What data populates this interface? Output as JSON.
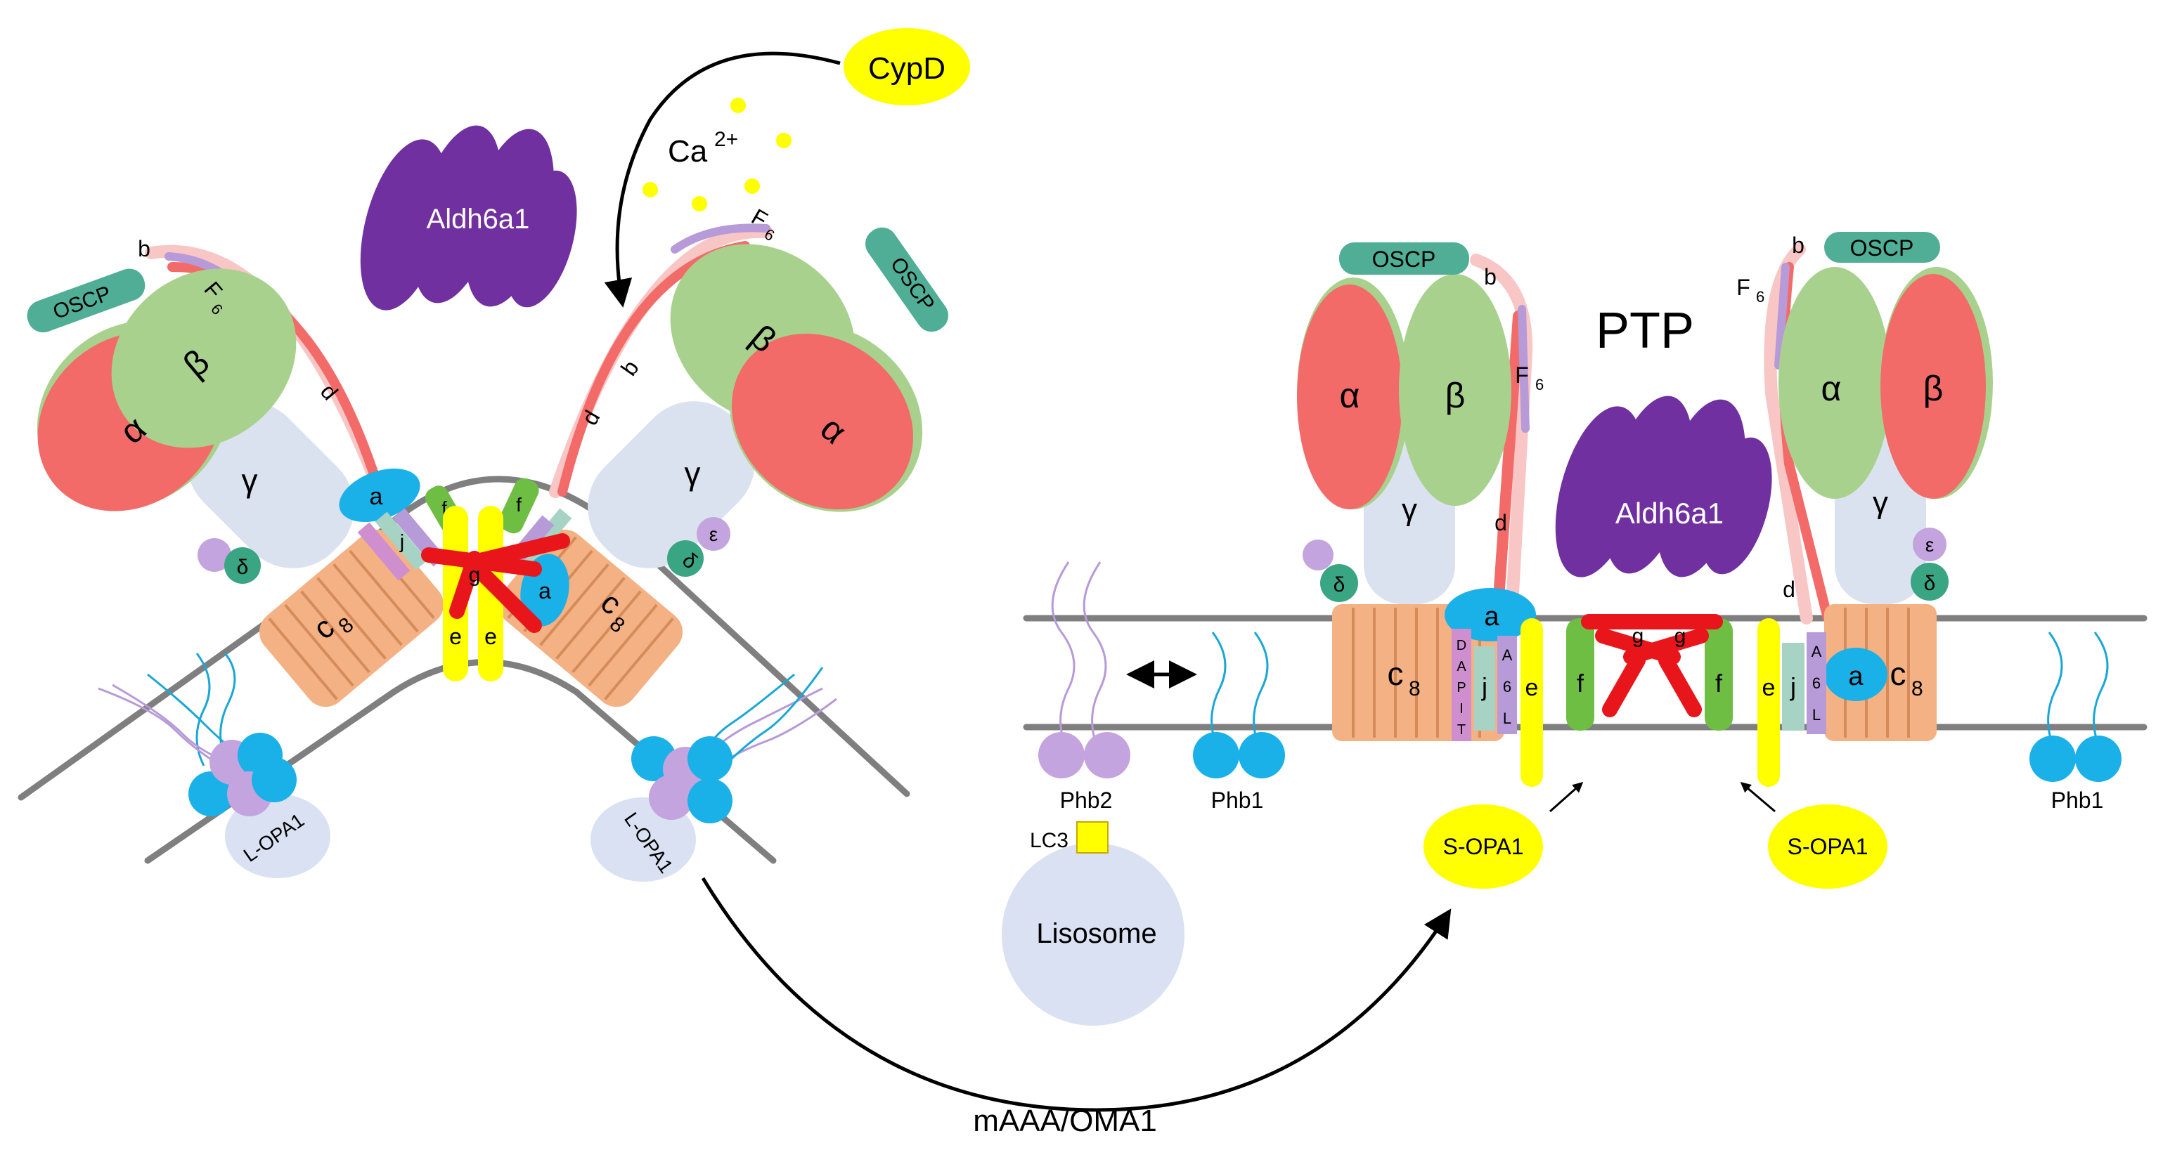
{
  "labels": {
    "cypd": "CypD",
    "ca": "Ca",
    "ca_sup": "2+",
    "aldh": "Aldh6a1",
    "ptp": "PTP",
    "oscp": "OSCP",
    "alpha": "α",
    "beta": "β",
    "gamma": "γ",
    "delta": "δ",
    "epsilon": "ε",
    "b": "b",
    "d": "d",
    "F": "F",
    "F_sub": "6",
    "a": "a",
    "c": "c",
    "c_sub": "8",
    "e": "e",
    "f": "f",
    "g": "g",
    "j": "j",
    "dapit": "DAPIT",
    "a6l": "A6L",
    "lopa1": "L-OPA1",
    "sopa1": "S-OPA1",
    "phb1": "Phb1",
    "phb2": "Phb2",
    "lc3": "LC3",
    "lisosome": "Lisosome",
    "protease": "mAAA/OMA1"
  },
  "colors": {
    "alpha": "#f26b68",
    "beta": "#a9d18e",
    "gamma": "#dbe2ef",
    "oscp": "#4fae95",
    "delta": "#3aa582",
    "epsilon": "#c3a4df",
    "c_ring": "#f4b183",
    "c_line": "#d58c5a",
    "a_sub": "#1ab0e8",
    "e_sub": "#ffff00",
    "f_sub": "#6fbe44",
    "g_sub": "#e8161b",
    "j_sub": "#a6d3c4",
    "dapit": "#cf8fcf",
    "a6l": "#b79ad8",
    "stalk_b": "#f8c6c4",
    "stalk_d": "#f26b68",
    "f6": "#b79ad8",
    "aldh": "#7030a0",
    "cypd": "#ffff00",
    "membrane": "#7f7f7f",
    "phb1": "#1ab0e8",
    "phb2": "#c3a4df",
    "lopa1": "#d9e1f2",
    "lisosome": "#d9e1f2",
    "lc3": "#ffff00",
    "arrow": "#000000",
    "lipid_blue": "#1aa7d6",
    "lipid_purple": "#b79ad8"
  }
}
